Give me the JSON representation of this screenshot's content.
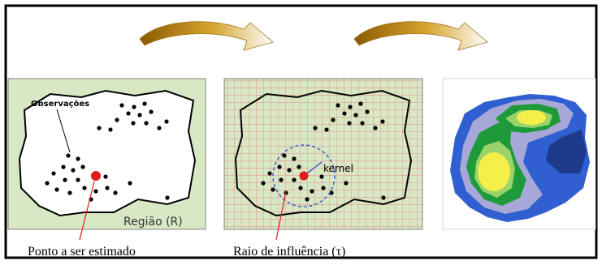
{
  "panel1": {
    "label_observations": "Observações",
    "label_region": "Região (R)"
  },
  "panel2": {
    "label_kernel": "kernel"
  },
  "captions": {
    "point_estimated": "Ponto a ser estimado",
    "influence_radius": "Raio de influência (τ)"
  },
  "colors": {
    "panel_green": "#d8e8c4",
    "grid_red": "#e88a8a",
    "point_red": "#e31a1c",
    "arrow_gold": "#b8860b",
    "kernel_dark_blue": "#1e3a8a",
    "kernel_mid_blue": "#2f5fd0",
    "kernel_lavender": "#a8a8d8",
    "kernel_green": "#1f9a3a",
    "kernel_light_green": "#9bd36b",
    "kernel_yellow": "#f5ef4a"
  }
}
